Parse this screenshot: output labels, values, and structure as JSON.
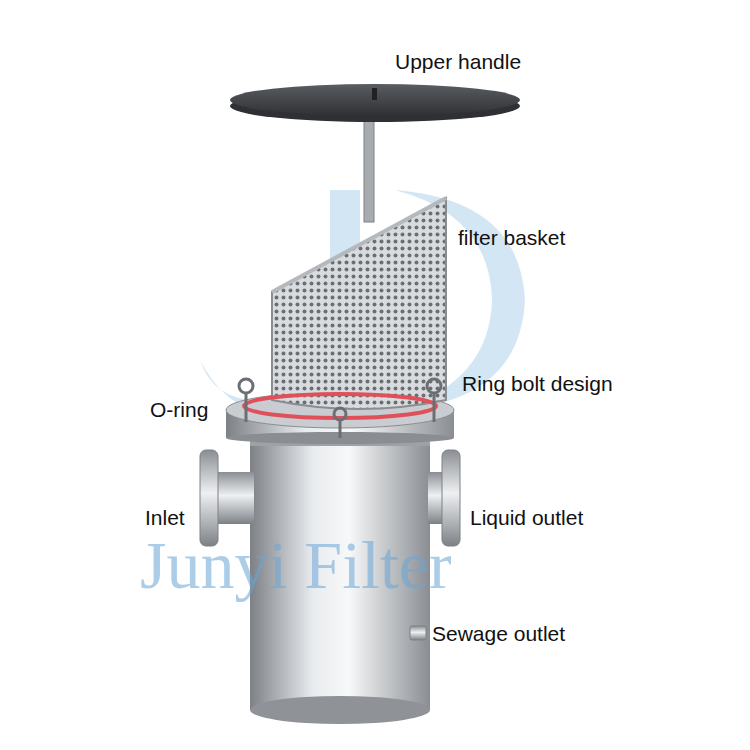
{
  "diagram": {
    "labels": [
      "Upper handle",
      "filter basket",
      "O-ring",
      "Ring bolt design",
      "Inlet",
      "Liquid outlet",
      "Sewage outlet",
      "Junyi Filter"
    ]
  }
}
